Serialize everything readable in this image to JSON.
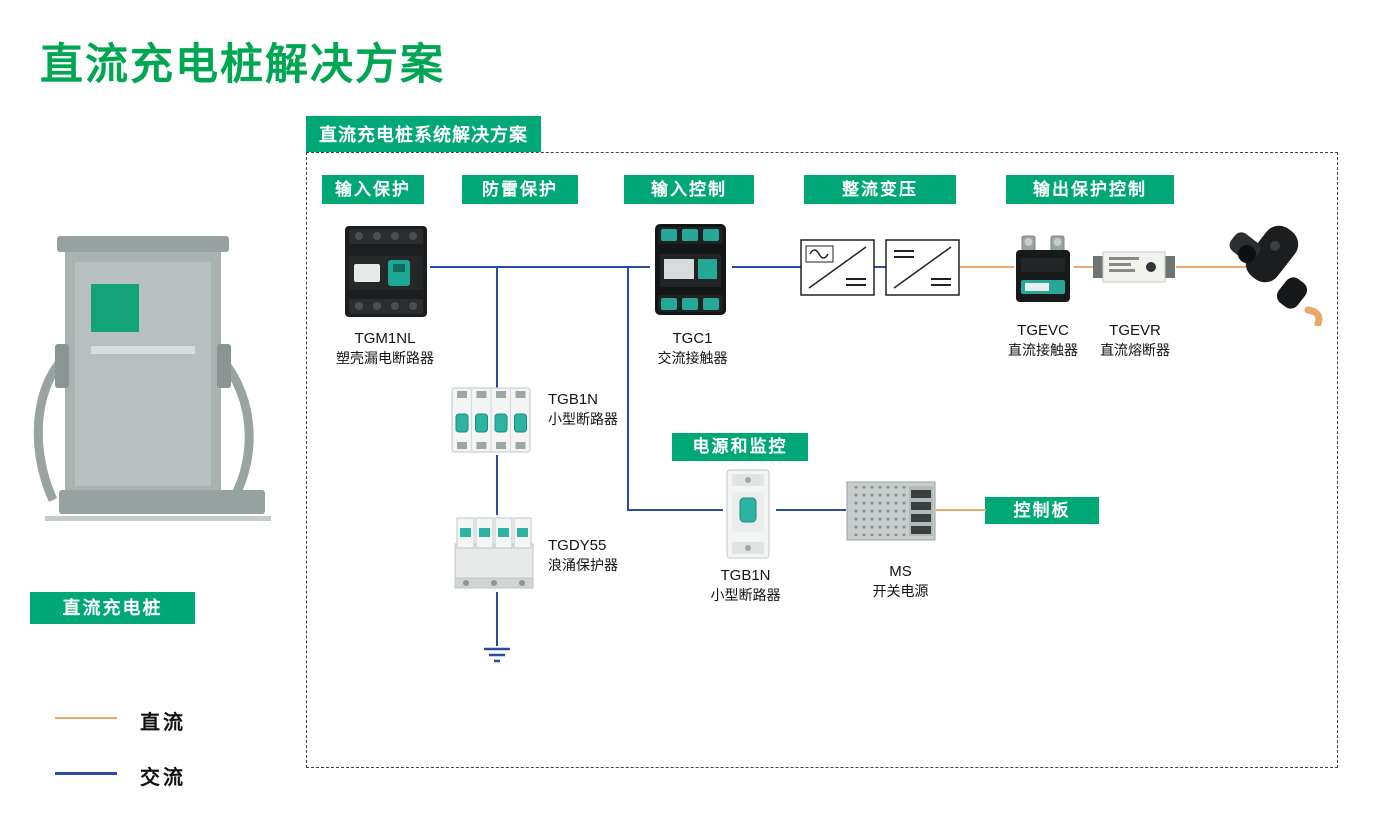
{
  "page": {
    "title": "直流充电桩解决方案"
  },
  "diagram": {
    "header": "直流充电桩系统解决方案",
    "stages": {
      "input_protection": "输入保护",
      "lightning_protection": "防雷保护",
      "input_control": "输入控制",
      "rectify_transform": "整流变压",
      "output_protection_control": "输出保护控制",
      "power_and_monitoring": "电源和监控",
      "control_board": "控制板"
    },
    "components": {
      "tgm1nl": {
        "model": "TGM1NL",
        "desc": "塑壳漏电断路器"
      },
      "tgb1n_4p": {
        "model": "TGB1N",
        "desc": "小型断路器"
      },
      "tgdy55": {
        "model": "TGDY55",
        "desc": "浪涌保护器"
      },
      "tgc1": {
        "model": "TGC1",
        "desc": "交流接触器"
      },
      "tgevc": {
        "model": "TGEVC",
        "desc": "直流接触器"
      },
      "tgevr": {
        "model": "TGEVR",
        "desc": "直流熔断器"
      },
      "tgb1n_1p": {
        "model": "TGB1N",
        "desc": "小型断路器"
      },
      "ms": {
        "model": "MS",
        "desc": "开关电源"
      }
    },
    "icons": {
      "ac_dc_converter": "ac-dc-converter-icon",
      "dc_dc_converter": "dc-dc-converter-icon",
      "ground": "ground-icon",
      "charging_gun": "charging-gun-icon"
    }
  },
  "charging_pile": {
    "label": "直流充电桩"
  },
  "legend": {
    "dc": "直流",
    "ac": "交流"
  },
  "colors": {
    "title_green": "#00a651",
    "badge_green": "#00a878",
    "ac_blue": "#2b4d9c",
    "dc_orange": "#eda96e"
  }
}
